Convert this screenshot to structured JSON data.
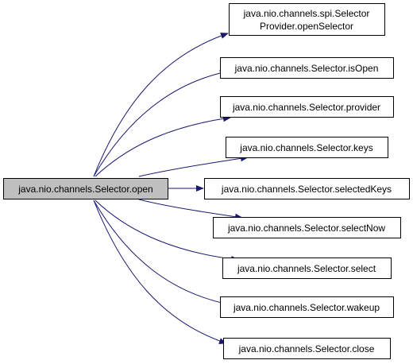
{
  "diagram": {
    "colors": {
      "background": "#ffffff",
      "root_fill": "#bfbfbf",
      "node_fill": "#ffffff",
      "node_border": "#000000",
      "edge": "#191970"
    },
    "root": {
      "id": "open",
      "label_lines": [
        "java.nio.channels.Selector.open"
      ]
    },
    "callees": [
      {
        "id": "openSelector",
        "label_lines": [
          "java.nio.channels.spi.Selector",
          "Provider.openSelector"
        ]
      },
      {
        "id": "isOpen",
        "label_lines": [
          "java.nio.channels.Selector.isOpen"
        ]
      },
      {
        "id": "provider",
        "label_lines": [
          "java.nio.channels.Selector.provider"
        ]
      },
      {
        "id": "keys",
        "label_lines": [
          "java.nio.channels.Selector.keys"
        ]
      },
      {
        "id": "selectedKeys",
        "label_lines": [
          "java.nio.channels.Selector.selectedKeys"
        ]
      },
      {
        "id": "selectNow",
        "label_lines": [
          "java.nio.channels.Selector.selectNow"
        ]
      },
      {
        "id": "select",
        "label_lines": [
          "java.nio.channels.Selector.select"
        ]
      },
      {
        "id": "wakeup",
        "label_lines": [
          "java.nio.channels.Selector.wakeup"
        ]
      },
      {
        "id": "close",
        "label_lines": [
          "java.nio.channels.Selector.close"
        ]
      }
    ]
  }
}
